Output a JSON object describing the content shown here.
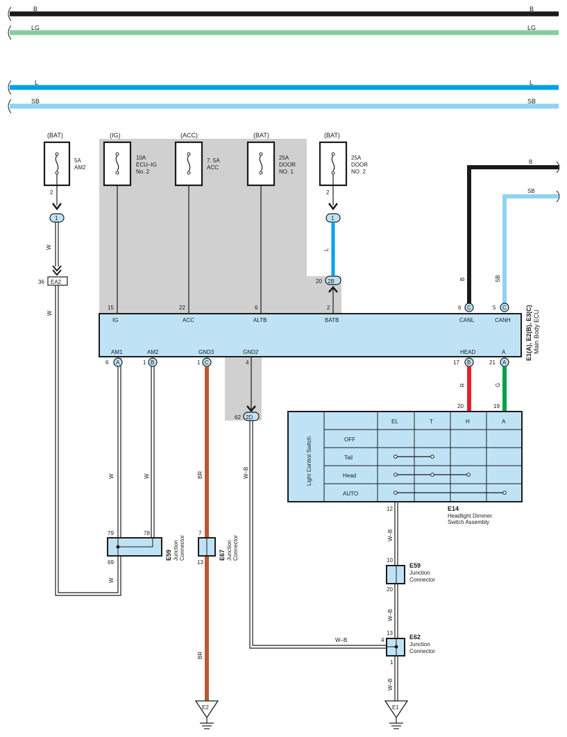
{
  "colors": {
    "B": "#1a1a1a",
    "LG": "#82cf9e",
    "L": "#00a0e9",
    "SB": "#8fd3f0",
    "BR": "#b55a37",
    "R": "#e5212e",
    "G": "#00a04a",
    "shade": "#d0d0d0",
    "component": "#bfe3f5"
  },
  "buses": [
    {
      "id": "B",
      "left": "B",
      "right": "B"
    },
    {
      "id": "LG",
      "left": "LG",
      "right": "LG"
    },
    {
      "id": "L",
      "left": "L",
      "right": "L"
    },
    {
      "id": "SB",
      "left": "SB",
      "right": "SB"
    }
  ],
  "fuses": [
    {
      "source": "(BAT)",
      "l1": "5A",
      "l2": "AM2",
      "l3": "",
      "pin": "2"
    },
    {
      "source": "(IG)",
      "l1": "10A",
      "l2": "ECU–IG",
      "l3": "No. 2",
      "pin": ""
    },
    {
      "source": "(ACC)",
      "l1": "7. 5A",
      "l2": "ACC",
      "l3": "",
      "pin": ""
    },
    {
      "source": "(BAT)",
      "l1": "25A",
      "l2": "DOOR",
      "l3": "NO. 1",
      "pin": ""
    },
    {
      "source": "(BAT)",
      "l1": "25A",
      "l2": "DOOR",
      "l3": "NO. 2",
      "pin": "2"
    }
  ],
  "ecu": {
    "code": "E1(A), E2(B), E3(C)",
    "name": "Main Body ECU",
    "top_terms": [
      {
        "label": "IG",
        "pin": "15",
        "conn": ""
      },
      {
        "label": "ACC",
        "pin": "22",
        "conn": ""
      },
      {
        "label": "ALTB",
        "pin": "6",
        "conn": ""
      },
      {
        "label": "BATB",
        "pin": "2",
        "conn": ""
      },
      {
        "label": "CANL",
        "pin": "6",
        "conn": "C"
      },
      {
        "label": "CANH",
        "pin": "5",
        "conn": "C"
      }
    ],
    "bottom_terms": [
      {
        "label": "AM1",
        "pin": "6",
        "conn": "A"
      },
      {
        "label": "AM2",
        "pin": "1",
        "conn": "B"
      },
      {
        "label": "GND3",
        "pin": "1",
        "conn": "C"
      },
      {
        "label": "GND2",
        "pin": "4",
        "conn": ""
      },
      {
        "label": "HEAD",
        "pin": "17",
        "conn": "B"
      },
      {
        "label": "A",
        "pin": "21",
        "conn": "A"
      }
    ]
  },
  "junctions": {
    "j1a": "1",
    "j1b": "1",
    "ea2_pin": "36",
    "ea2_label": "EA2",
    "b2_pin": "20",
    "b2_label": "2B",
    "d2_pin": "62",
    "d2_label": "2D"
  },
  "wire_labels": {
    "w1": "W",
    "w2": "W",
    "l": "L",
    "b": "B",
    "sb": "SB",
    "w3": "W",
    "w4": "W",
    "br1": "BR",
    "wb1": "W–B",
    "r": "R",
    "g": "G",
    "w5": "W",
    "wb2": "W–B",
    "wb3": "W–B",
    "wb4": "W–B",
    "br2": "BR",
    "wb5": "W–B",
    "right_b": "B",
    "right_sb": "SB"
  },
  "switch": {
    "code": "E14",
    "name1": "Headlight Dimmer",
    "name2": "Switch Assembly",
    "side_label": "Light Control Switch",
    "columns": [
      "EL",
      "T",
      "H",
      "A"
    ],
    "rows": [
      "OFF",
      "Tail",
      "Head",
      "AUTO"
    ],
    "pin_h": "20",
    "pin_a": "19",
    "pin_el": "12"
  },
  "connectors": {
    "e59": {
      "code": "E59",
      "name1": "Junction",
      "name2": "Connector",
      "pin_a": "79",
      "pin_b": "78",
      "pin_c": "69"
    },
    "e67": {
      "code": "E67",
      "name1": "Junction",
      "name2": "Connector",
      "pin_a": "7",
      "pin_b": "13"
    },
    "e59b": {
      "code": "E59",
      "name1": "Junction",
      "name2": "Connector",
      "pin_a": "10",
      "pin_b": "20"
    },
    "e62": {
      "code": "E62",
      "name1": "Junction",
      "name2": "Connector",
      "pin_a": "13",
      "pin_b": "4",
      "pin_c": "1"
    }
  },
  "grounds": [
    "E2",
    "E1"
  ]
}
